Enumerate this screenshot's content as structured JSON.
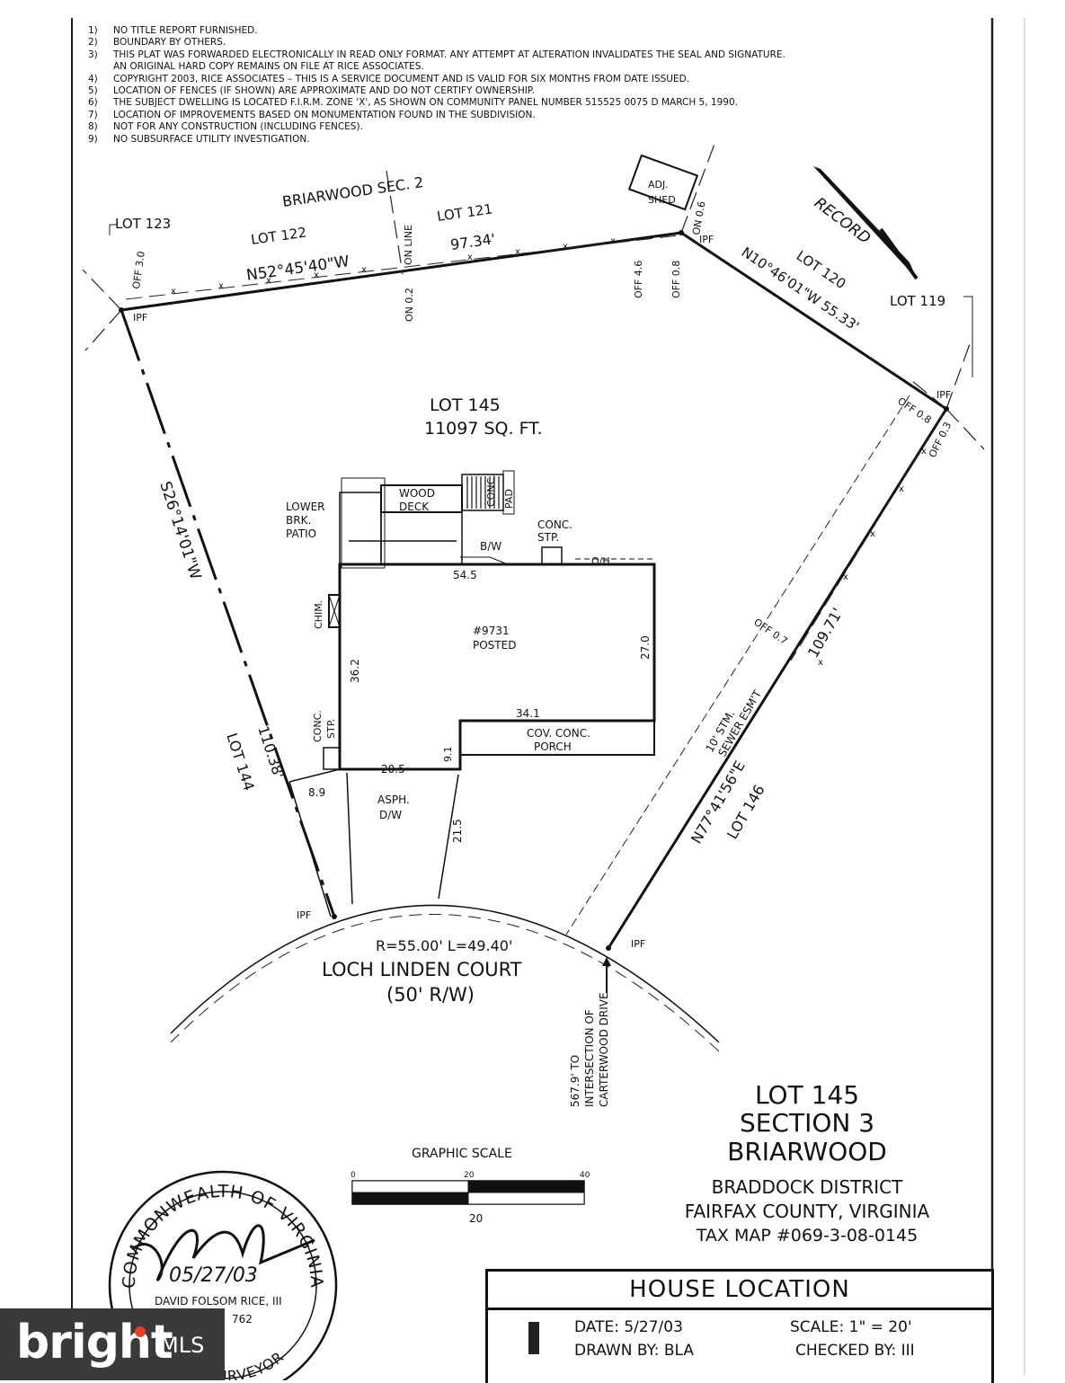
{
  "notes": [
    {
      "num": "1)",
      "text": "NO TITLE REPORT FURNISHED."
    },
    {
      "num": "2)",
      "text": "BOUNDARY BY OTHERS."
    },
    {
      "num": "3)",
      "text": "THIS PLAT WAS FORWARDED ELECTRONICALLY IN READ ONLY FORMAT.  ANY ATTEMPT AT ALTERATION INVALIDATES THE SEAL AND SIGNATURE."
    },
    {
      "num": "",
      "text": "AN ORIGINAL HARD COPY REMAINS ON FILE AT RICE ASSOCIATES."
    },
    {
      "num": "4)",
      "text": "COPYRIGHT 2003, RICE ASSOCIATES – THIS IS A SERVICE DOCUMENT AND IS VALID FOR SIX MONTHS FROM DATE ISSUED."
    },
    {
      "num": "5)",
      "text": "LOCATION OF FENCES (IF SHOWN) ARE APPROXIMATE AND DO NOT CERTIFY OWNERSHIP."
    },
    {
      "num": "6)",
      "text": "THE SUBJECT DWELLING IS LOCATED F.I.R.M. ZONE 'X', AS SHOWN ON COMMUNITY PANEL NUMBER 515525 0075 D MARCH 5, 1990."
    },
    {
      "num": "7)",
      "text": "LOCATION OF IMPROVEMENTS BASED ON MONUMENTATION FOUND IN THE SUBDIVISION."
    },
    {
      "num": "8)",
      "text": "NOT FOR ANY CONSTRUCTION (INCLUDING FENCES)."
    },
    {
      "num": "9)",
      "text": "NO SUBSURFACE UTILITY INVESTIGATION."
    }
  ],
  "labels": {
    "briarwood_sec": "BRIARWOOD SEC. 2",
    "lot123": "LOT 123",
    "lot122": "LOT 122",
    "lot121": "LOT 121",
    "lot120": "LOT 120",
    "lot119": "LOT 119",
    "lot144": "LOT 144",
    "lot146": "LOT 146",
    "bearing_n52": "N52°45'40\"W",
    "dist_9734": "97.34'",
    "bearing_n10": "N10°46'01\"W 55.33'",
    "bearing_s26": "S26°14'01\"W",
    "dist_11038": "110.38'",
    "bearing_n77": "N77°41'56\"E",
    "dist_10971": "109.71'",
    "record": "RECORD",
    "adj": "ADJ.",
    "shed": "SHED",
    "ipf": "IPF",
    "off30": "OFF 3.0",
    "on02": "ON 0.2",
    "online": "ON LINE",
    "off46": "OFF 4.6",
    "off08a": "OFF 0.8",
    "on06": "ON 0.6",
    "off08b": "OFF 0.8",
    "off03": "OFF 0.3",
    "off07": "OFF 0.7",
    "lot145": "LOT 145",
    "area": "11097 SQ. FT.",
    "wood": "WOOD",
    "deck": "DECK",
    "conc_pad1": "CONC.",
    "conc_pad2": "PAD",
    "lower": "LOWER",
    "brk": "BRK.",
    "patio": "PATIO",
    "conc_stp1": "CONC.",
    "conc_stp2": "STP.",
    "bw": "B/W",
    "oh": "O/H",
    "d545": "54.5",
    "chim": "CHIM.",
    "house_no": "#9731",
    "posted": "POSTED",
    "d362": "36.2",
    "d270": "27.0",
    "d341": "34.1",
    "cov": "COV. CONC.",
    "porch": "PORCH",
    "d91": "9.1",
    "d205": "20.5",
    "d89": "8.9",
    "asph": "ASPH.",
    "dw": "D/W",
    "d215": "21.5",
    "side_conc": "CONC.",
    "side_stp": "STP.",
    "esmt1": "10' STM.",
    "esmt2": "SEWER ESM'T",
    "curve": "R=55.00' L=49.40'",
    "street": "LOCH LINDEN COURT",
    "rw": "(50' R/W)",
    "to1": "567.9' TO",
    "to2": "INTERSECTION OF",
    "to3": "CARTERWOOD DRIVE"
  },
  "title_block": {
    "lot": "LOT 145",
    "section": "SECTION 3",
    "subdivision": "BRIARWOOD",
    "district": "BRADDOCK DISTRICT",
    "county": "FAIRFAX COUNTY, VIRGINIA",
    "tax_map": "TAX MAP #069-3-08-0145",
    "header": "HOUSE LOCATION",
    "date": "DATE: 5/27/03",
    "scale": "SCALE: 1\" = 20'",
    "drawn": "DRAWN BY:   BLA",
    "checked": "CHECKED BY:   III"
  },
  "graphic_scale": {
    "title": "GRAPHIC SCALE",
    "t0": "0",
    "t20": "20",
    "t40": "40",
    "bottom": "20"
  },
  "seal": {
    "ring_top": "COMMONWEALTH OF VIRGINIA",
    "date": "05/27/03",
    "name": "DAVID FOLSOM RICE, III",
    "number": "762",
    "bottom": "SURVEYOR"
  },
  "brand": {
    "name": "bright",
    "suffix": "MLS"
  }
}
